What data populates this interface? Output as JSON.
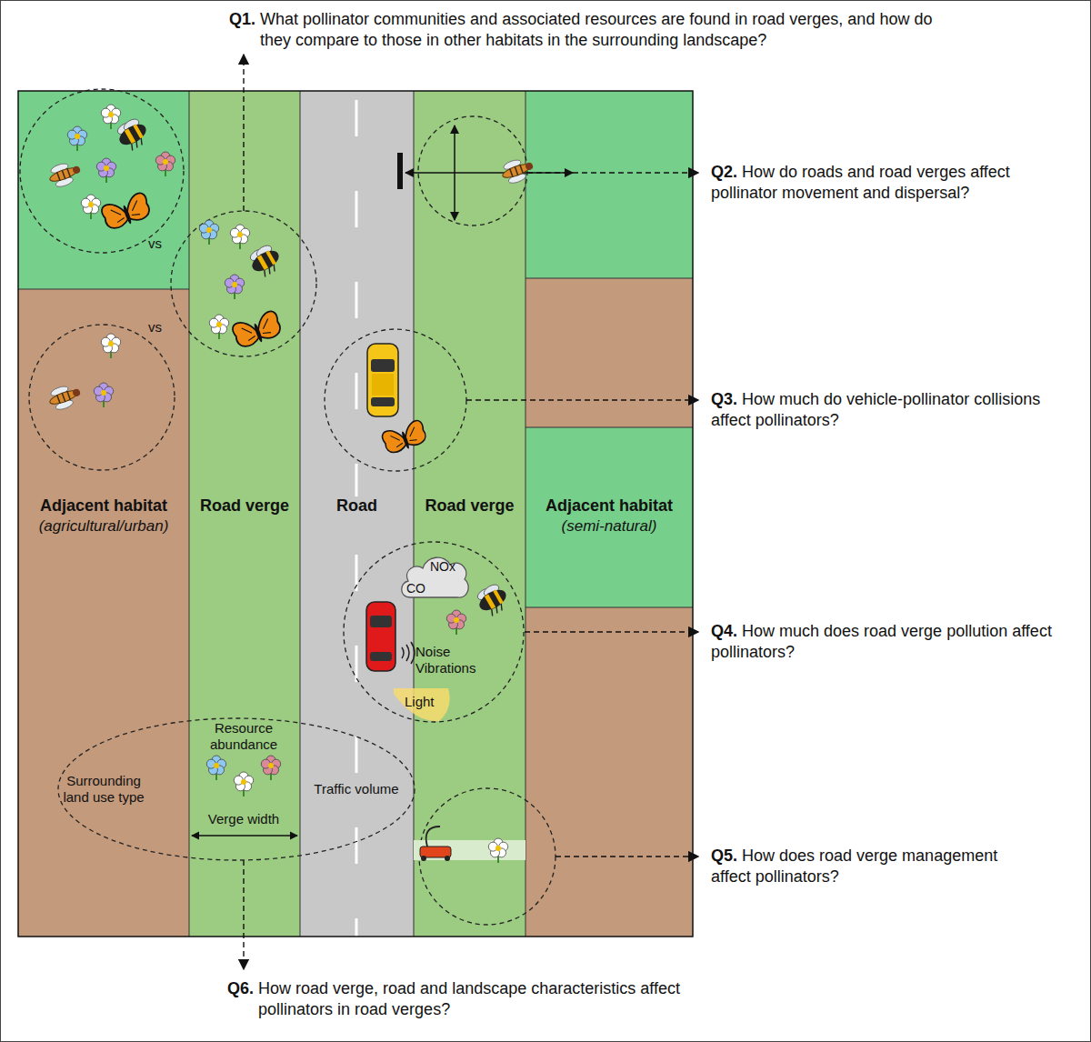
{
  "diagram": {
    "nodes": [
      {
        "text": [
          "Adjacent habitat",
          "(agricultural/urban)"
        ]
      },
      {
        "text": [
          "Road verge"
        ]
      },
      {
        "text": [
          "Road"
        ]
      },
      {
        "text": [
          "Road verge"
        ]
      },
      {
        "text": [
          "Adjacent habitat",
          "(semi-natural)"
        ]
      },
      {
        "text": [
          "Noise Vibrations"
        ]
      },
      {
        "text": [
          "NOx",
          "CO"
        ],
        "in": 5
      },
      {
        "text": [
          "Light"
        ],
        "in": 5
      },
      {
        "text": [
          "Surrounding land use type",
          "Resource abundance",
          "Traffic volume",
          "Verge width"
        ]
      }
    ],
    "labels": [
      "Q1.",
      "What pollinator communities and associated resources are found in road verges, and how do they compare to those in other habitats in the surrounding landscape?",
      "Q2.",
      "How do roads and road verges affect pollinator movement and dispersal?",
      "Q3.",
      "How much do vehicle-pollinator collisions affect pollinators?",
      "Q4.",
      "How much does road verge pollution affect pollinators?",
      "Q5.",
      "How does road verge management affect pollinators?",
      "Q6.",
      "How road verge, road and landscape characteristics affect pollinators in road verges?",
      "vs",
      "vs"
    ]
  }
}
